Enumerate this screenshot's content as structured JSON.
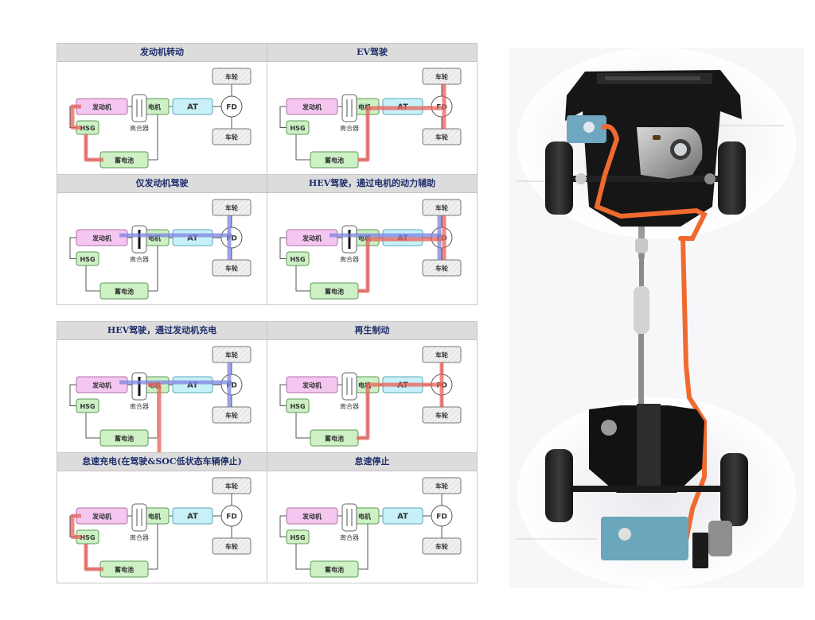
{
  "labels": {
    "engine": "发动机",
    "hsg": "HSG",
    "clutch": "离合器",
    "motor": "电机",
    "at": "AT",
    "fd": "FD",
    "wheel": "车轮",
    "battery": "蓄电池"
  },
  "colors": {
    "engine_fill": "#f4c6f0",
    "engine_stroke": "#b070a8",
    "green_fill": "#cdf0c4",
    "green_stroke": "#5c9a56",
    "at_fill": "#c8f0f8",
    "at_stroke": "#5aa8b8",
    "wheel_fill": "#f0f0f0",
    "line": "#555555",
    "flow_red": "#e8605a",
    "flow_blue": "#7c84e0",
    "header_bg": "#dcdcdc",
    "header_text": "#1f2f6b",
    "cable_orange": "#f06a30"
  },
  "panels": [
    {
      "title": "发动机转动",
      "clutch": "open",
      "flows": [
        {
          "color": "red",
          "path": "engine-hsg-battery"
        }
      ]
    },
    {
      "title": "EV驾驶",
      "clutch": "open",
      "flows": [
        {
          "color": "red",
          "path": "battery-motor-fd-wheels"
        }
      ]
    },
    {
      "title": "仅发动机驾驶",
      "clutch": "closed",
      "flows": [
        {
          "color": "blue",
          "path": "engine-fd-wheels"
        }
      ]
    },
    {
      "title": "HEV驾驶，通过电机的动力辅助",
      "clutch": "closed",
      "flows": [
        {
          "color": "blue",
          "path": "engine-fd-wheels"
        },
        {
          "color": "red",
          "path": "battery-motor-fd-wheels"
        }
      ]
    },
    {
      "title": "HEV驾驶，通过发动机充电",
      "clutch": "closed",
      "flows": [
        {
          "color": "blue",
          "path": "engine-fd-wheels"
        },
        {
          "color": "red",
          "path": "motor-battery"
        }
      ]
    },
    {
      "title": "再生制动",
      "clutch": "open",
      "flows": [
        {
          "color": "red",
          "path": "wheels-fd-motor-battery"
        }
      ]
    },
    {
      "title": "怠速充电(在驾驶&SOC低状态车辆停止)",
      "clutch": "open",
      "flows": [
        {
          "color": "red",
          "path": "engine-hsg-battery"
        }
      ]
    },
    {
      "title": "怠速停止",
      "clutch": "open",
      "flows": []
    }
  ],
  "image": {
    "subject": "hybrid-vehicle-chassis-photo"
  }
}
